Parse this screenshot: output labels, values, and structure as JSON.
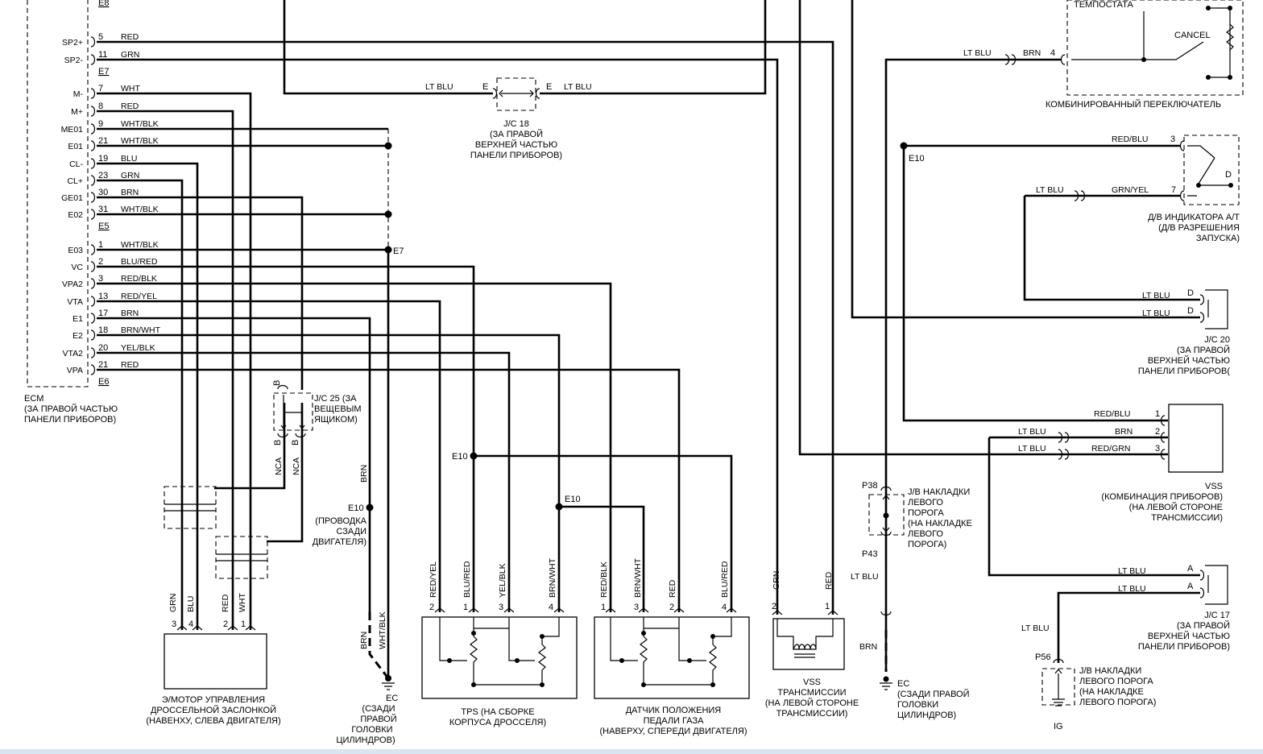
{
  "ecm": {
    "connectors": [
      "E8",
      "E7",
      "E5",
      "E6"
    ],
    "pins": [
      {
        "name": "SP2+",
        "num": "5",
        "wire": "RED"
      },
      {
        "name": "SP2-",
        "num": "11",
        "wire": "GRN"
      },
      {
        "name": "M-",
        "num": "7",
        "wire": "WHT"
      },
      {
        "name": "M+",
        "num": "8",
        "wire": "RED"
      },
      {
        "name": "ME01",
        "num": "9",
        "wire": "WHT/BLK"
      },
      {
        "name": "E01",
        "num": "21",
        "wire": "WHT/BLK"
      },
      {
        "name": "CL-",
        "num": "19",
        "wire": "BLU"
      },
      {
        "name": "CL+",
        "num": "23",
        "wire": "GRN"
      },
      {
        "name": "GE01",
        "num": "30",
        "wire": "BRN"
      },
      {
        "name": "E02",
        "num": "31",
        "wire": "WHT/BLK"
      },
      {
        "name": "E03",
        "num": "1",
        "wire": "WHT/BLK"
      },
      {
        "name": "VC",
        "num": "2",
        "wire": "BLU/RED"
      },
      {
        "name": "VPA2",
        "num": "3",
        "wire": "RED/BLK"
      },
      {
        "name": "VTA",
        "num": "13",
        "wire": "RED/YEL"
      },
      {
        "name": "E1",
        "num": "17",
        "wire": "BRN"
      },
      {
        "name": "E2",
        "num": "18",
        "wire": "BRN/WHT"
      },
      {
        "name": "VTA2",
        "num": "20",
        "wire": "YEL/BLK"
      },
      {
        "name": "VPA",
        "num": "21",
        "wire": "RED"
      }
    ],
    "caption": [
      "ECM",
      "(ЗА ПРАВОЙ ЧАСТЬЮ",
      "ПАНЕЛИ ПРИБОРОВ)"
    ]
  },
  "jc18": {
    "wire_left": "LT BLU",
    "wire_right": "LT BLU",
    "pin": "E",
    "caption": [
      "J/C 18",
      "(ЗА ПРАВОЙ",
      "ВЕРХНЕЙ ЧАСТЬЮ",
      "ПАНЕЛИ ПРИБОРОВ)"
    ]
  },
  "jc25": {
    "pin_top": "B",
    "pins_bottom": [
      "B",
      "B"
    ],
    "wires": [
      "NCA",
      "NCA"
    ],
    "caption": [
      "J/C 25 (ЗА",
      "ВЕЩЕВЫМ",
      "ЯЩИКОМ)"
    ]
  },
  "junctions": {
    "e7": "E7",
    "e10": "E10"
  },
  "ground_ec_left": {
    "wire_brn": "BRN",
    "point": "E10",
    "harness": [
      "(ПРОВОДКА",
      "СЗАДИ",
      "ДВИГАТЕЛЯ)"
    ],
    "wires_bottom": [
      "BRN",
      "WHT/BLK"
    ],
    "label": "EC",
    "caption": [
      "(СЗАДИ",
      "ПРАВОЙ",
      "ГОЛОВКИ",
      "ЦИЛИНДРОВ)"
    ]
  },
  "throttle_motor": {
    "pins": [
      "3",
      "4",
      "2",
      "1"
    ],
    "wires": [
      "GRN",
      "BLU",
      "RED",
      "WHT"
    ],
    "caption": [
      "Э/МОТОР УПРАВЛЕНИЯ",
      "ДРОССЕЛЬНОЙ ЗАСЛОНКОЙ",
      "(НАВЕНХУ, СЛЕВА ДВИГАТЕЛЯ)"
    ]
  },
  "tps": {
    "pins": [
      "2",
      "1",
      "3",
      "4"
    ],
    "wires": [
      "RED/YEL",
      "BLU/RED",
      "YEL/BLK",
      "BRN/WHT"
    ],
    "caption": [
      "TPS (НА СБОРКЕ",
      "КОРПУСА ДРОССЕЛЯ)"
    ]
  },
  "pedal": {
    "pins": [
      "1",
      "3",
      "2",
      "4"
    ],
    "wires": [
      "RED/BLK",
      "BRN/WHT",
      "RED",
      "BLU/RED"
    ],
    "caption": [
      "ДАТЧИК ПОЛОЖЕНИЯ",
      "ПЕДАЛИ ГАЗА",
      "(НАВЕРХУ, СПЕРЕДИ ДВИГАТЕЛЯ)"
    ]
  },
  "vss_trans": {
    "pins": [
      "2",
      "1"
    ],
    "wires": [
      "GRN",
      "RED"
    ],
    "caption": [
      "VSS",
      "ТРАНСМИССИИ",
      "(НА ЛЕВОЙ СТОРОНЕ",
      "ТРАНСМИССИИ)"
    ]
  },
  "jb_sill": {
    "p38": "P38",
    "p43": "P43",
    "wire_lt": "LT BLU",
    "wire_brn": "BRN",
    "caption": [
      "J/B НАКЛАДКИ",
      "ЛЕВОГО",
      "ПОРОГА",
      "(НА НАКЛАДКЕ",
      "ЛЕВОГО",
      "ПОРОГА)"
    ],
    "ground": "EC",
    "ground_caption": [
      "(СЗАДИ ПРАВОЙ",
      "ГОЛОВКИ",
      "ЦИЛИНДРОВ)"
    ]
  },
  "combo_switch": {
    "top": "ТЕМПОСТАТА",
    "cancel": "CANCEL",
    "wire_a": "LT BLU",
    "wire_b": "BRN",
    "pin": "4",
    "caption": "КОМБИНИРОВАННЫЙ ПЕРЕКЛЮЧАТЕЛЬ"
  },
  "at_switch": {
    "e10": "E10",
    "wire1": "RED/BLU",
    "pin1": "3",
    "wire2a": "LT BLU",
    "wire2b": "GRN/YEL",
    "pin2": "7",
    "pos": "D",
    "caption": [
      "Д/В ИНДИКАТОРА  A/T",
      "(Д/В РАЗРЕШЕНИЯ",
      "ЗАПУСКА)"
    ]
  },
  "jc20": {
    "wires": [
      "LT BLU",
      "LT BLU"
    ],
    "pins": [
      "D",
      "D"
    ],
    "caption": [
      "J/C 20",
      "(ЗА ПРАВОЙ",
      "ВЕРХНЕЙ ЧАСТЬЮ",
      "ПАНЕЛИ ПРИБОРОВ("
    ]
  },
  "vss_meter": {
    "rows": [
      {
        "wire_l": "",
        "wire_r": "RED/BLU",
        "pin": "1"
      },
      {
        "wire_l": "LT BLU",
        "wire_r": "BRN",
        "pin": "2"
      },
      {
        "wire_l": "LT BLU",
        "wire_r": "RED/GRN",
        "pin": "3"
      }
    ],
    "caption": [
      "VSS",
      "(КОМБИНАЦИЯ ПРИБОРОВ)",
      "(НА ЛЕВОЙ СТОРОНЕ",
      "ТРАНСМИССИИ)"
    ]
  },
  "jc17": {
    "wires": [
      "LT BLU",
      "LT BLU"
    ],
    "pins": [
      "A",
      "A"
    ],
    "caption": [
      "J/C 17",
      "(ЗА ПРАВОЙ",
      "ВЕРХНЕЙ ЧАСТЬЮ",
      "ПАНЕЛИ ПРИБОРОВ)"
    ]
  },
  "jb_sill2": {
    "wire": "LT BLU",
    "pin": "P56",
    "bottom": "IG",
    "caption": [
      "J/B НАКЛАДКИ",
      "ЛЕВОГО ПОРОГА",
      "(НА НАКЛАДКЕ",
      "ЛЕВОГО ПОРОГА)"
    ]
  }
}
